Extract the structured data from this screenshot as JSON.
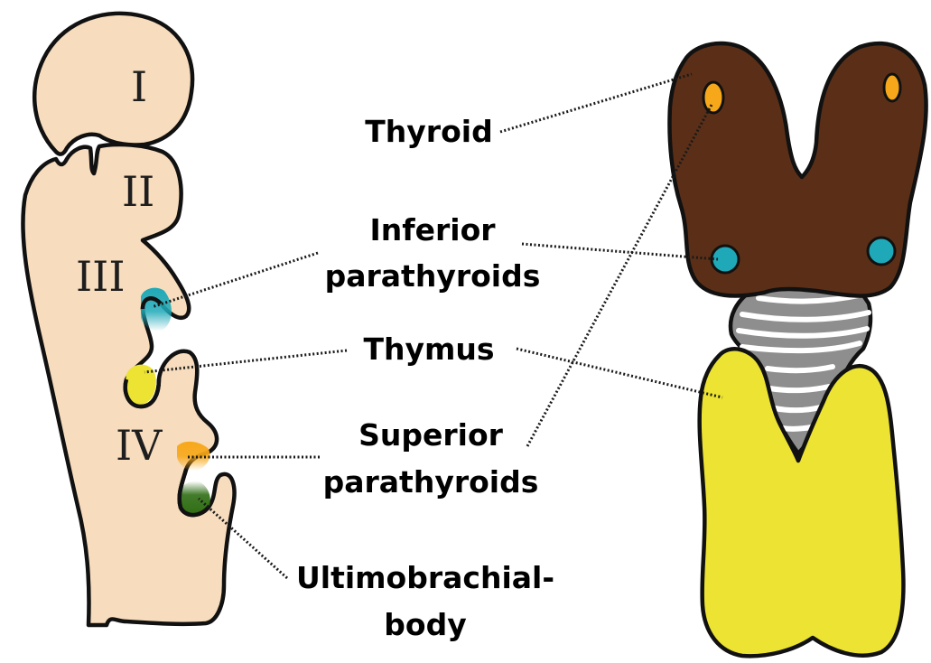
{
  "arches": {
    "one": "I",
    "two": "II",
    "three": "III",
    "four": "IV"
  },
  "labels": {
    "thyroid": "Thyroid",
    "inferior_1": "Inferior",
    "inferior_2": "parathyroids",
    "thymus": "Thymus",
    "superior_1": "Superior",
    "superior_2": "parathyroids",
    "ultimo_1": "Ultimobrachial-",
    "ultimo_2": "body"
  },
  "colors": {
    "embryo_fill": "#f7dcbd",
    "thyroid_brown": "#5b2f17",
    "thymus_yellow": "#ece332",
    "inferior_parathyroid_teal": "#1fa9b8",
    "superior_parathyroid_orange": "#f7a81a",
    "ultimobranchial_green": "#2e6d12",
    "trachea_gray": "#8e8e8e"
  }
}
